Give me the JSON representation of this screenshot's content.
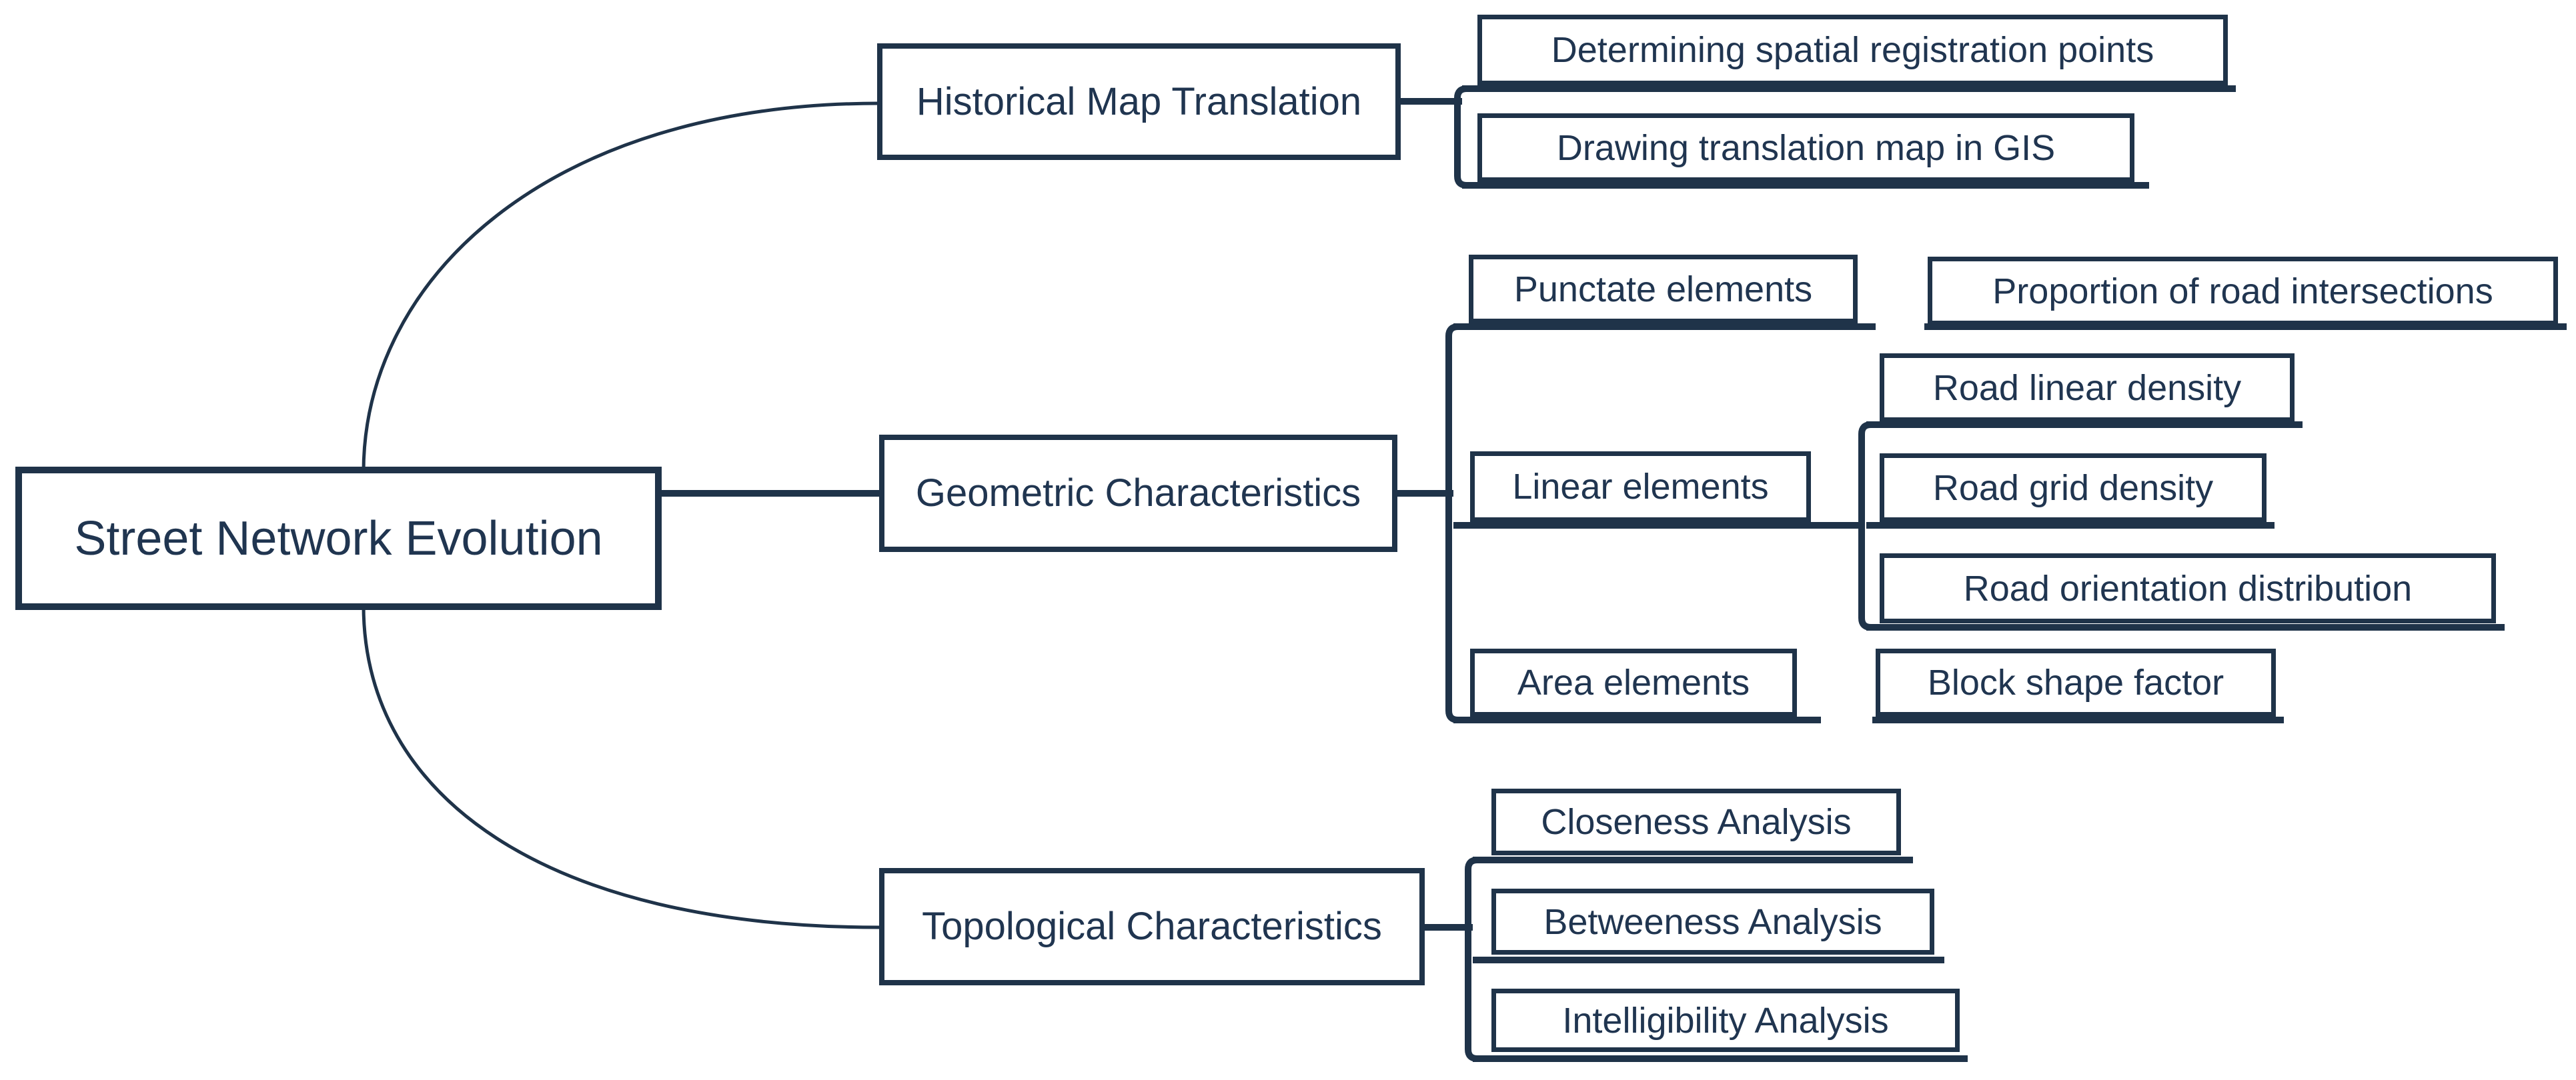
{
  "diagram": {
    "title": "Street Network Evolution mind map",
    "colors": {
      "line": "#1f3349",
      "text": "#203550",
      "background": "#ffffff",
      "node_background": "#ffffff"
    },
    "root": {
      "label": "Street Network Evolution"
    },
    "branches": [
      {
        "label": "Historical Map Translation",
        "children": [
          {
            "label": "Determining spatial registration points"
          },
          {
            "label": "Drawing translation map in GIS"
          }
        ]
      },
      {
        "label": "Geometric Characteristics",
        "children": [
          {
            "label": "Punctate elements",
            "children": [
              {
                "label": "Proportion of road intersections"
              }
            ]
          },
          {
            "label": "Linear elements",
            "children": [
              {
                "label": "Road linear density"
              },
              {
                "label": "Road grid density"
              },
              {
                "label": "Road orientation distribution"
              }
            ]
          },
          {
            "label": "Area elements",
            "children": [
              {
                "label": "Block shape factor"
              }
            ]
          }
        ]
      },
      {
        "label": "Topological Characteristics",
        "children": [
          {
            "label": "Closeness Analysis"
          },
          {
            "label": "Betweeness Analysis"
          },
          {
            "label": "Intelligibility Analysis"
          }
        ]
      }
    ]
  }
}
